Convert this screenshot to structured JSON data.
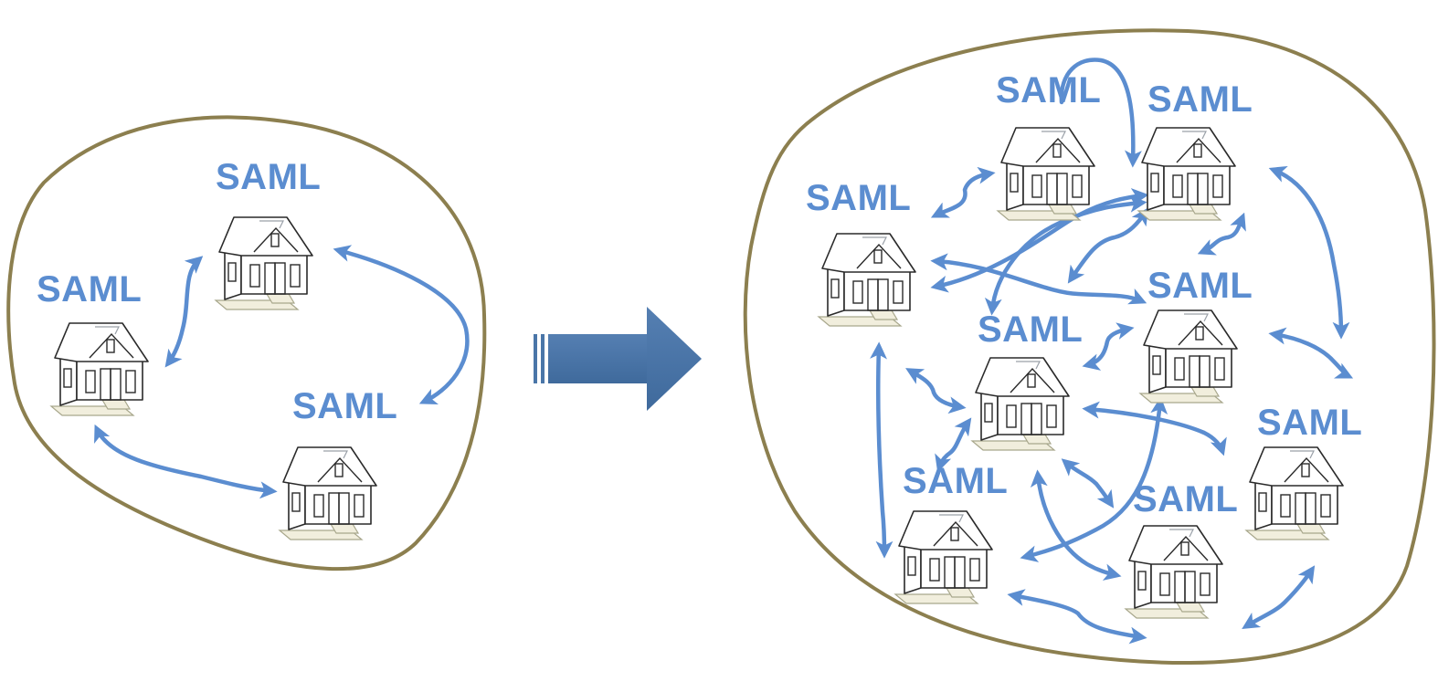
{
  "diagram": {
    "node_label": "SAML",
    "colors": {
      "label": "#5b8dd0",
      "connector": "#5b8dd0",
      "region_border": "#8c7f4f",
      "transition_arrow": "#4a76a8"
    },
    "icons": {
      "node": "house-icon",
      "transition": "right-arrow-icon"
    },
    "left_cluster": {
      "node_count": 3,
      "labels": [
        "SAML",
        "SAML",
        "SAML"
      ]
    },
    "right_cluster": {
      "node_count": 8,
      "labels": [
        "SAML",
        "SAML",
        "SAML",
        "SAML",
        "SAML",
        "SAML",
        "SAML",
        "SAML"
      ]
    }
  }
}
